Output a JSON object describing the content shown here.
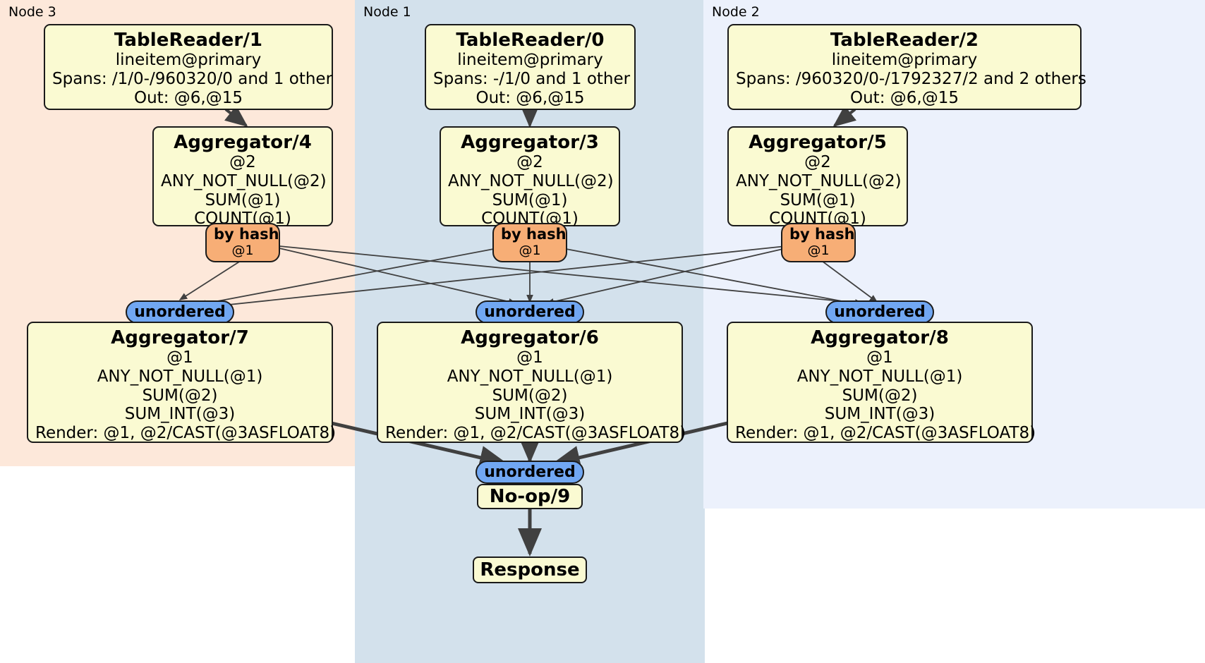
{
  "diagram": {
    "type": "distributed-query-plan",
    "colors": {
      "node3_panel": "#FDE8DA",
      "node1_panel": "#D3E1EC",
      "node2_panel": "#ECF1FC",
      "processor_box": "#FAFAD2",
      "hash_router": "#F7AE76",
      "unordered_synchronizer": "#71A7F2",
      "stroke": "#1a1a1a",
      "edge": "#404040"
    },
    "clusters": [
      {
        "id": "node3",
        "label": "Node 3"
      },
      {
        "id": "node1",
        "label": "Node 1"
      },
      {
        "id": "node2",
        "label": "Node 2"
      }
    ],
    "processors": {
      "table_reader_1": {
        "title": "TableReader/1",
        "lines": [
          "lineitem@primary",
          "Spans: /1/0-/960320/0 and 1 other",
          "Out: @6,@15"
        ]
      },
      "table_reader_0": {
        "title": "TableReader/0",
        "lines": [
          "lineitem@primary",
          "Spans: -/1/0 and 1 other",
          "Out: @6,@15"
        ]
      },
      "table_reader_2": {
        "title": "TableReader/2",
        "lines": [
          "lineitem@primary",
          "Spans: /960320/0-/1792327/2 and 2 others",
          "Out: @6,@15"
        ]
      },
      "aggregator_4": {
        "title": "Aggregator/4",
        "lines": [
          "@2",
          "ANY_NOT_NULL(@2)",
          "SUM(@1)",
          "COUNT(@1)"
        ]
      },
      "aggregator_3": {
        "title": "Aggregator/3",
        "lines": [
          "@2",
          "ANY_NOT_NULL(@2)",
          "SUM(@1)",
          "COUNT(@1)"
        ]
      },
      "aggregator_5": {
        "title": "Aggregator/5",
        "lines": [
          "@2",
          "ANY_NOT_NULL(@2)",
          "SUM(@1)",
          "COUNT(@1)"
        ]
      },
      "aggregator_7": {
        "title": "Aggregator/7",
        "lines": [
          "@1",
          "ANY_NOT_NULL(@1)",
          "SUM(@2)",
          "SUM_INT(@3)",
          "Render: @1, @2/CAST(@3ASFLOAT8)"
        ]
      },
      "aggregator_6": {
        "title": "Aggregator/6",
        "lines": [
          "@1",
          "ANY_NOT_NULL(@1)",
          "SUM(@2)",
          "SUM_INT(@3)",
          "Render: @1, @2/CAST(@3ASFLOAT8)"
        ]
      },
      "aggregator_8": {
        "title": "Aggregator/8",
        "lines": [
          "@1",
          "ANY_NOT_NULL(@1)",
          "SUM(@2)",
          "SUM_INT(@3)",
          "Render: @1, @2/CAST(@3ASFLOAT8)"
        ]
      },
      "noop_9": {
        "title": "No-op/9"
      },
      "response": {
        "title": "Response"
      }
    },
    "routers": {
      "hash_left": {
        "label": "by hash",
        "column": "@1"
      },
      "hash_mid": {
        "label": "by hash",
        "column": "@1"
      },
      "hash_right": {
        "label": "by hash",
        "column": "@1"
      },
      "unordered_left": {
        "label": "unordered"
      },
      "unordered_mid": {
        "label": "unordered"
      },
      "unordered_right": {
        "label": "unordered"
      },
      "unordered_final": {
        "label": "unordered"
      }
    }
  }
}
